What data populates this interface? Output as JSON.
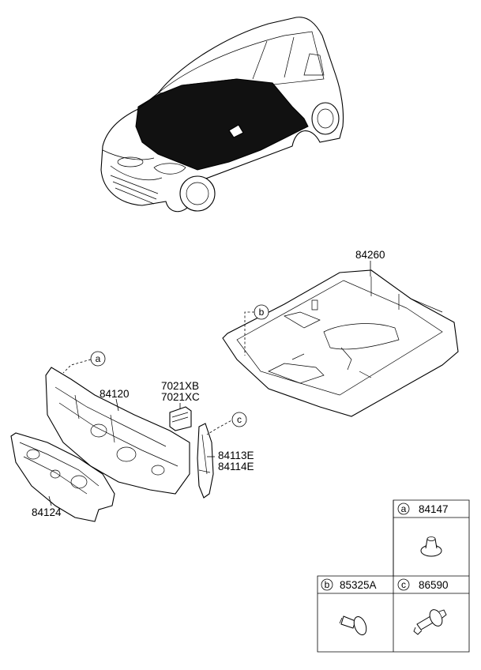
{
  "parts": {
    "carpet": "84260",
    "dash_outer": "84120",
    "dash_inner": "84124",
    "bracket_line1": "7021XB",
    "bracket_line2": "7021XC",
    "side_trim_line1": "84113E",
    "side_trim_line2": "84114E"
  },
  "callouts": {
    "a": "a",
    "b": "b",
    "c": "c"
  },
  "legend": {
    "a": {
      "letter": "a",
      "part": "84147"
    },
    "b": {
      "letter": "b",
      "part": "85325A"
    },
    "c": {
      "letter": "c",
      "part": "86590"
    }
  }
}
